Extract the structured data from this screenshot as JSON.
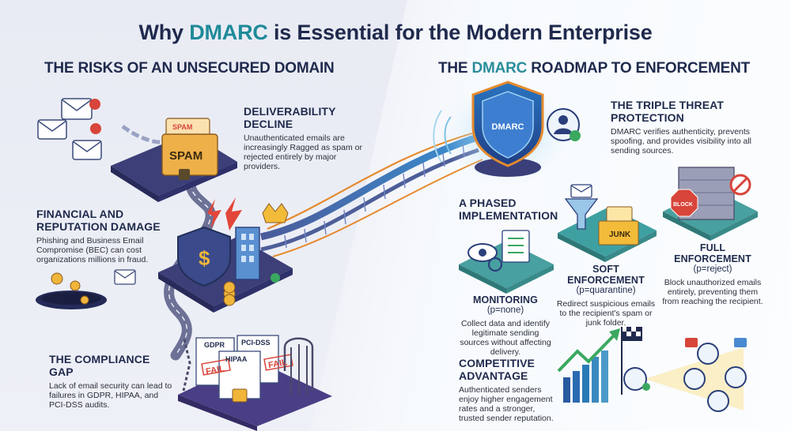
{
  "title": {
    "before": "Why ",
    "accent": "DMARC",
    "after": " is Essential for the Modern Enterprise"
  },
  "left": {
    "heading": "THE RISKS OF AN UNSECURED DOMAIN",
    "items": [
      {
        "title": "DELIVERABILITY DECLINE",
        "text": "Unauthenticated emails are increasingly Ragged as spam or rejected entirely by major providers."
      },
      {
        "title": "FINANCIAL AND REPUTATION DAMAGE",
        "text": "Phishing and Business Email Compromise (BEC) can cost organizations millions in fraud."
      },
      {
        "title": "THE COMPLIANCE GAP",
        "text": "Lack of email security can lead to failures in GDPR, HIPAA, and PCI-DSS audits."
      }
    ],
    "art_labels": {
      "spam_sheet": "SPAM",
      "spam_folder": "SPAM",
      "doc_gdpr": "GDPR",
      "doc_pci": "PCI-DSS",
      "doc_hipaa": "HIPAA",
      "stamp_fail_1": "FAIL",
      "stamp_fail_2": "FAIL"
    }
  },
  "right": {
    "heading_before": "THE ",
    "heading_accent": "DMARC",
    "heading_after": " ROADMAP TO ENFORCEMENT",
    "shield_label": "DMARC",
    "triple": {
      "title": "THE TRIPLE THREAT PROTECTION",
      "text": "DMARC verifies authenticity, prevents spoofing, and provides visibility into all sending sources."
    },
    "phased": {
      "title": "A PHASED IMPLEMENTATION"
    },
    "monitoring": {
      "title": "MONITORING",
      "policy": "(p=none)",
      "text": "Collect data and identify legitimate sending sources without affecting delivery."
    },
    "soft": {
      "title": "SOFT ENFORCEMENT",
      "policy": "(p=quarantine)",
      "text": "Redirect suspicious emails to the recipient's spam or junk folder.",
      "junk_label": "JUNK"
    },
    "full": {
      "title": "FULL ENFORCEMENT",
      "policy": "(p=reject)",
      "text": "Block unauthorized emails entirely, preventing them from reaching the recipient.",
      "block_label": "BLOCK"
    },
    "competitive": {
      "title": "COMPETITIVE ADVANTAGE",
      "text": "Authenticated senders enjoy higher engagement rates and a stronger, trusted sender reputation."
    }
  },
  "colors": {
    "navy": "#1f2a4d",
    "teal": "#1e8a99",
    "orange": "#e8922e",
    "red": "#d8453a",
    "purple": "#5b4b9a",
    "green": "#3aa860"
  }
}
